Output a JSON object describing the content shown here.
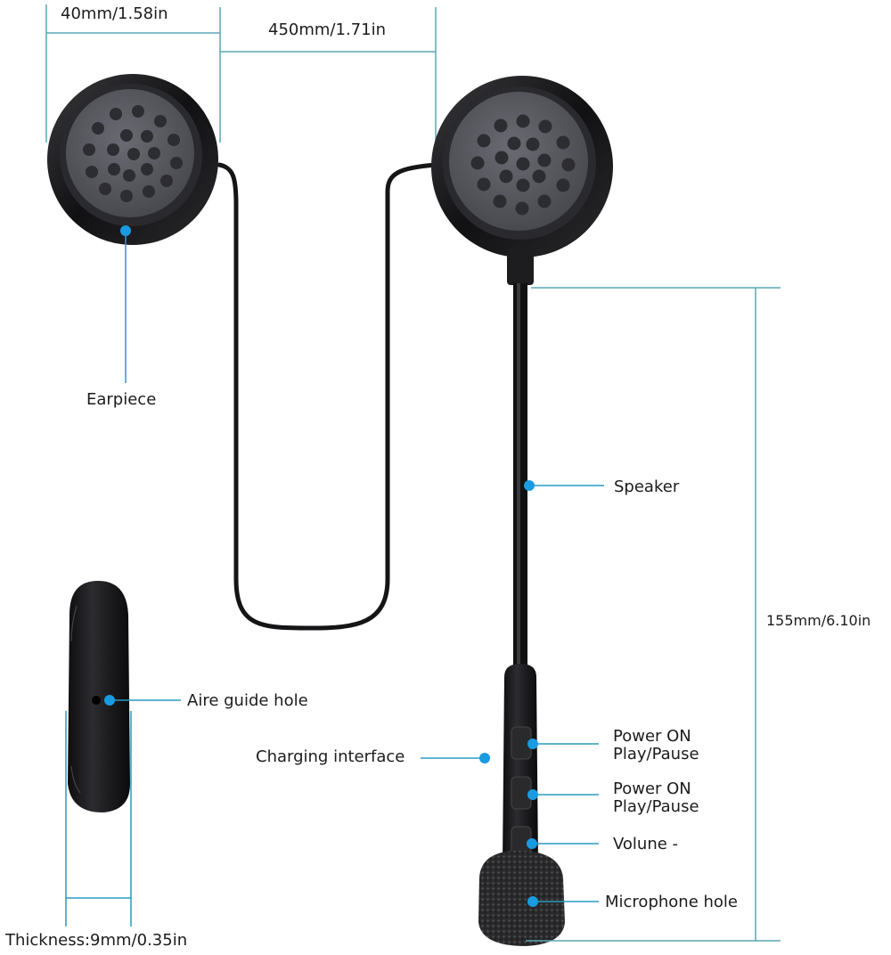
{
  "colors": {
    "leader_line": "#2a9bbf",
    "dimension_line": "#5aa7b3",
    "dot": "#1a9be0",
    "device_body": "#1b1b1d",
    "speaker_face": "#55565c",
    "text": "#1c1c1c",
    "background": "#ffffff"
  },
  "dimensions": {
    "earpiece_width": "40mm/1.58in",
    "cable_spacing": "450mm/1.71in",
    "boom_length": "155mm/6.10in",
    "thickness": "Thickness:9mm/0.35in"
  },
  "callouts": {
    "earpiece": "Earpiece",
    "speaker": "Speaker",
    "air_guide_hole": "Aire guide hole",
    "charging_interface": "Charging interface",
    "button1": {
      "line1": "Power ON",
      "line2": "Play/Pause"
    },
    "button2": {
      "line1": "Power ON",
      "line2": "Play/Pause"
    },
    "volume_down": "Volune -",
    "microphone_hole": "Microphone hole"
  }
}
